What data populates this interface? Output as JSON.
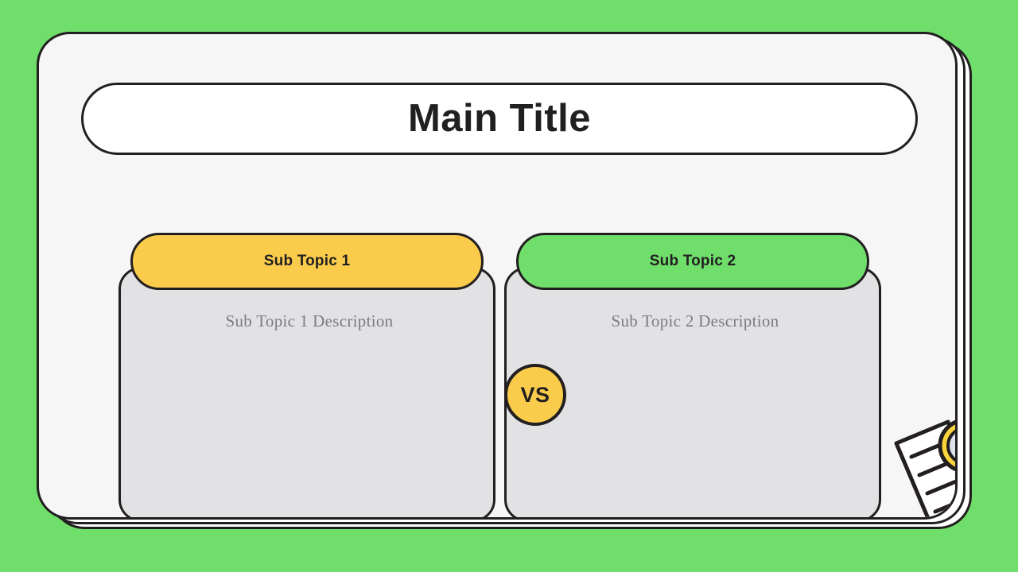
{
  "slide": {
    "background_color": "#6FDE6B",
    "card_color": "#F6F6F7",
    "outline_color": "#231F20"
  },
  "header": {
    "title": "Main Title"
  },
  "columns": [
    {
      "topic_label": "Sub Topic 1",
      "description": "Sub Topic 1 Description",
      "pill_color": "#FBCC4C",
      "panel_color": "#E2E2E4"
    },
    {
      "topic_label": "Sub Topic 2",
      "description": "Sub Topic 2 Description",
      "pill_color": "#6FDE6B",
      "panel_color": "#E2E2E4"
    }
  ],
  "versus_badge": {
    "label": "VS",
    "color": "#FBCC4C"
  },
  "illustration": {
    "name": "document-with-magnifier",
    "document_color": "#FFFFFF",
    "magnifier_color": "#FBD53C",
    "lens_color": "#DDE3EC",
    "line_count": 5
  }
}
